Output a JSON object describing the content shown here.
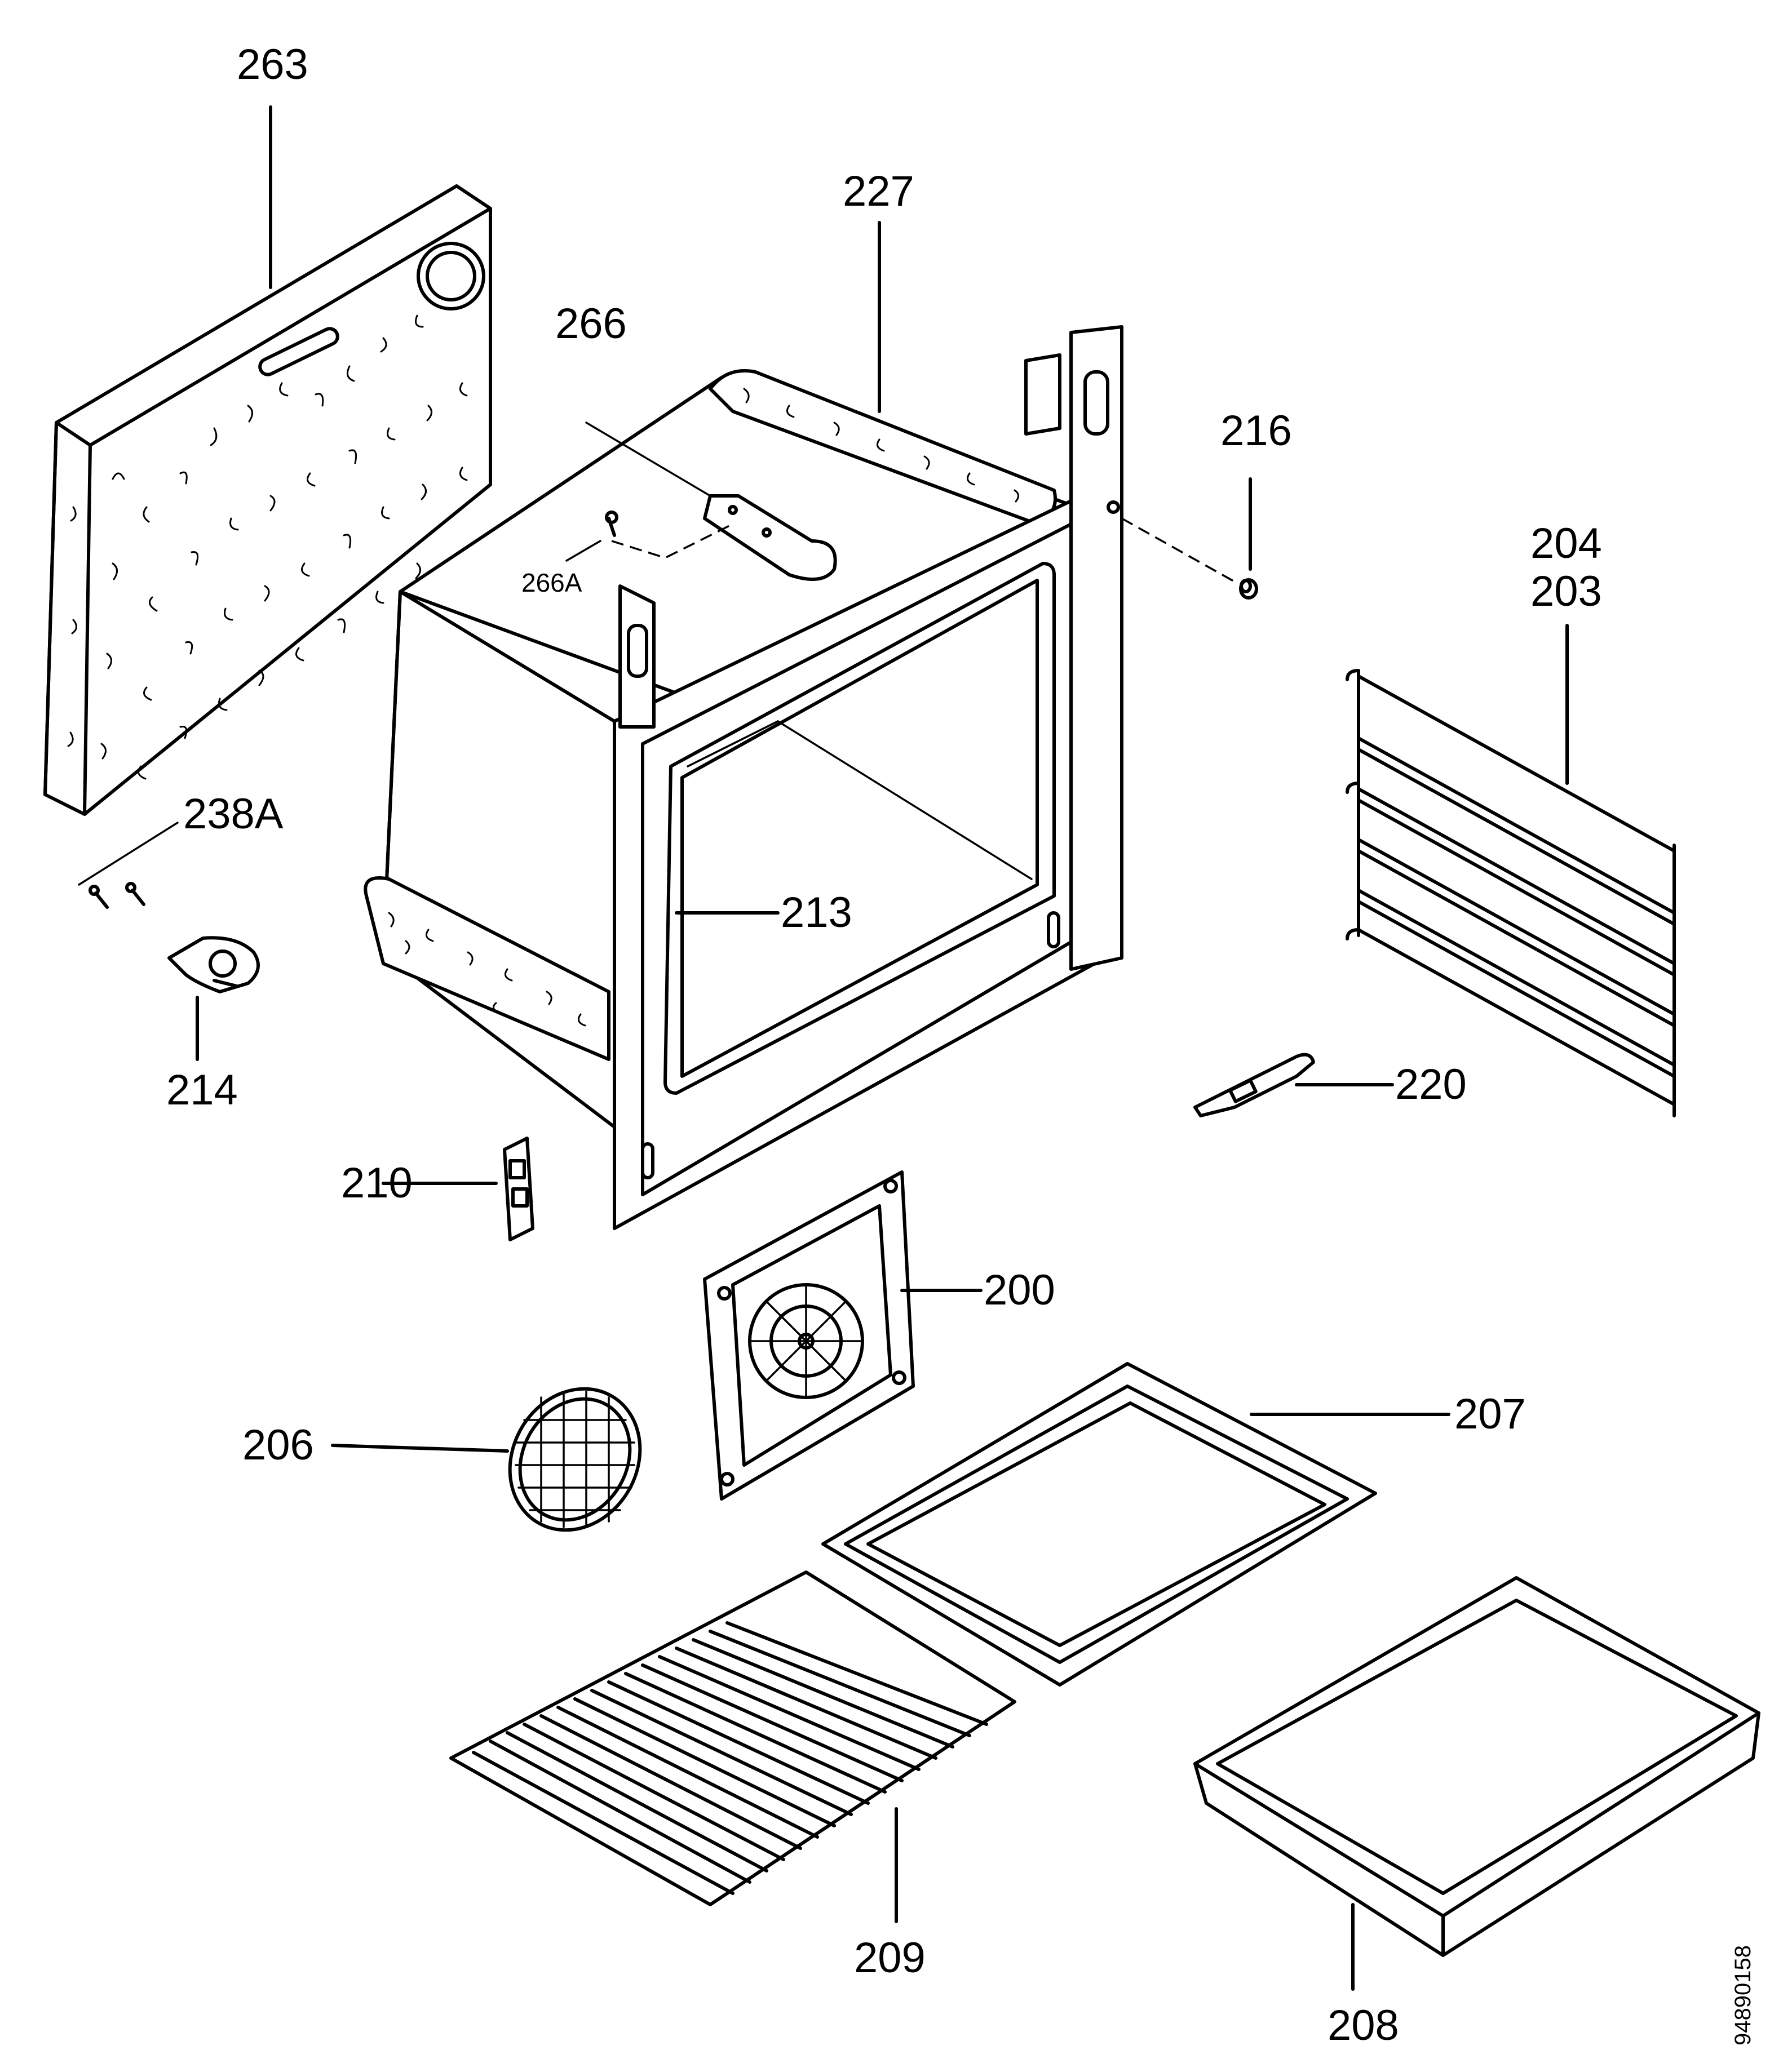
{
  "diagram": {
    "drawing_number": "94890158",
    "parts": [
      {
        "id": "p263",
        "number": "263"
      },
      {
        "id": "p227",
        "number": "227"
      },
      {
        "id": "p266",
        "number": "266"
      },
      {
        "id": "p266a",
        "number": "266A"
      },
      {
        "id": "p216",
        "number": "216"
      },
      {
        "id": "p204",
        "number": "204"
      },
      {
        "id": "p203",
        "number": "203"
      },
      {
        "id": "p238a",
        "number": "238A"
      },
      {
        "id": "p213",
        "number": "213"
      },
      {
        "id": "p214",
        "number": "214"
      },
      {
        "id": "p220",
        "number": "220"
      },
      {
        "id": "p210",
        "number": "210"
      },
      {
        "id": "p200",
        "number": "200"
      },
      {
        "id": "p206",
        "number": "206"
      },
      {
        "id": "p207",
        "number": "207"
      },
      {
        "id": "p209",
        "number": "209"
      },
      {
        "id": "p208",
        "number": "208"
      }
    ]
  }
}
